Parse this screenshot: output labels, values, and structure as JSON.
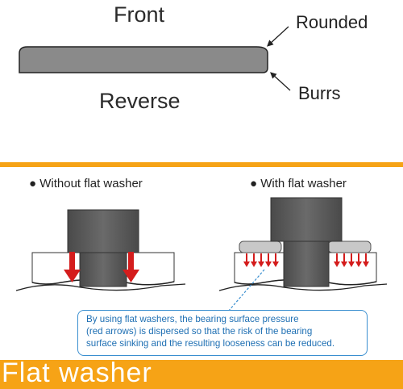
{
  "top_diagram": {
    "front_label": "Front",
    "reverse_label": "Reverse",
    "rounded_label": "Rounded",
    "burrs_label": "Burrs"
  },
  "left_panel": {
    "heading": "● Without flat washer"
  },
  "right_panel": {
    "heading": "● With flat washer"
  },
  "note": {
    "line1": "By using flat washers, the bearing surface pressure",
    "line2": "(red arrows) is dispersed so that the risk of the bearing",
    "line3": "surface sinking and the resulting looseness can be reduced."
  },
  "banner": {
    "title": "Flat washer"
  },
  "colors": {
    "accent_orange": "#f6a316",
    "note_blue": "#1e6fb3",
    "arrow_red": "#d41c1c",
    "bolt_gray": "#5a5a5a"
  }
}
